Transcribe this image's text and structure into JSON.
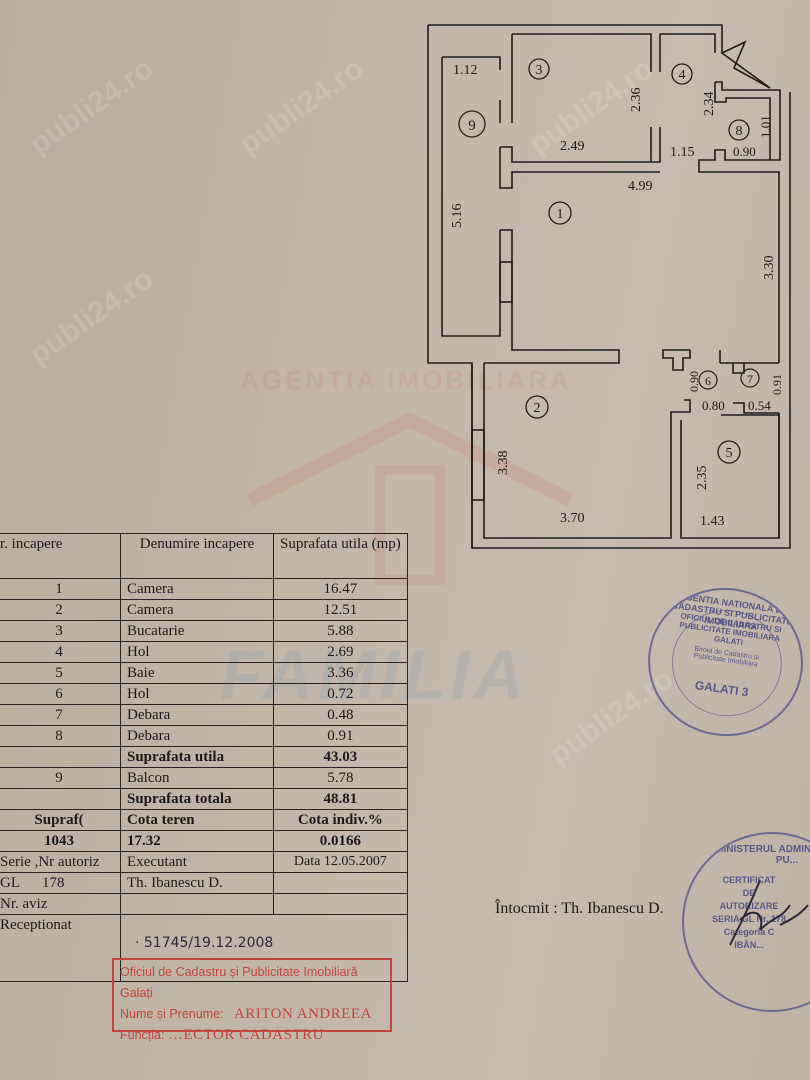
{
  "watermarks": {
    "site": "publi24.ro",
    "agency_arc": "AGENTIA IMOBILIARA",
    "agency_name": "FAMILIA"
  },
  "floor_plan": {
    "rooms": [
      {
        "id": "1"
      },
      {
        "id": "2"
      },
      {
        "id": "3"
      },
      {
        "id": "4"
      },
      {
        "id": "5"
      },
      {
        "id": "6"
      },
      {
        "id": "7"
      },
      {
        "id": "8"
      },
      {
        "id": "9"
      }
    ],
    "dimensions": {
      "d_1_12": "1.12",
      "d_2_36": "2.36",
      "d_2_34": "2.34",
      "d_1_01": "1.01",
      "d_2_49": "2.49",
      "d_1_15": "1.15",
      "d_0_90a": "0.90",
      "d_4_99": "4.99",
      "d_5_16": "5.16",
      "d_3_30": "3.30",
      "d_0_90b": "0.90",
      "d_0_91": "0.91",
      "d_0_80": "0.80",
      "d_0_54": "0.54",
      "d_3_38": "3.38",
      "d_2_35": "2.35",
      "d_3_70": "3.70",
      "d_1_43": "1.43"
    }
  },
  "table": {
    "headers": [
      "r. incapere",
      "Denumire incapere",
      "Suprafata utila (mp)"
    ],
    "rows": [
      {
        "nr": "1",
        "name": "Camera",
        "area": "16.47"
      },
      {
        "nr": "2",
        "name": "Camera",
        "area": "12.51"
      },
      {
        "nr": "3",
        "name": "Bucatarie",
        "area": "5.88"
      },
      {
        "nr": "4",
        "name": "Hol",
        "area": "2.69"
      },
      {
        "nr": "5",
        "name": "Baie",
        "area": "3.36"
      },
      {
        "nr": "6",
        "name": "Hol",
        "area": "0.72"
      },
      {
        "nr": "7",
        "name": "Debara",
        "area": "0.48"
      },
      {
        "nr": "8",
        "name": "Debara",
        "area": "0.91"
      }
    ],
    "subtotal": {
      "label": "Suprafata utila",
      "value": "43.03"
    },
    "balcony": {
      "nr": "9",
      "name": "Balcon",
      "area": "5.78"
    },
    "total": {
      "label": "Suprafata totala",
      "value": "48.81"
    },
    "info": {
      "supraf_label": "Supraf(",
      "cota_teren_label": "Cota teren",
      "cota_indiv_label": "Cota indiv.%",
      "supraf_value": "1043",
      "cota_teren_value": "17.32",
      "cota_indiv_value": "0.0166",
      "serie_label": "Serie ,Nr autoriz",
      "executant_label": "Executant",
      "data_label": "Data  12.05.2007",
      "serie_value": "GL      178",
      "executant_value": "Th. Ibanescu  D.",
      "nr_aviz_label": "Nr. aviz",
      "receptionat_label": "Receptionat",
      "receptionat_value": "· 51745/19.12.2008"
    }
  },
  "stamp_red": {
    "line1": "Oficiul de Cadastru și Publicitate Imobiliară Galați",
    "line2_label": "Nume și Prenume:",
    "line2_value": "ARITON ANDREEA",
    "line3_label": "Funcția:",
    "line3_value": "…ECTOR CADASTRU"
  },
  "seal_ancpi": {
    "outer": "AGENTIA NATIONALA DE CADASTRU SI PUBLICITATE IMOBILIARA",
    "middle": "OFICIUL DE CADASTRU SI PUBLICITATE IMOBILIARA GALATI",
    "inner": "Biroul de Cadastru si Publicitate Imobiliara",
    "center": "GALATI 3"
  },
  "seal_ministry": {
    "outer": "MINISTERUL ADMINISTRATIEI PU...",
    "lines": [
      "CERTIFICAT",
      "DE",
      "AUTORIZARE",
      "SERIA GL Nr. 178",
      "Categoria C",
      "IBĂN..."
    ]
  },
  "signature_line": {
    "label": "Întocmit : Th. Ibanescu D."
  }
}
